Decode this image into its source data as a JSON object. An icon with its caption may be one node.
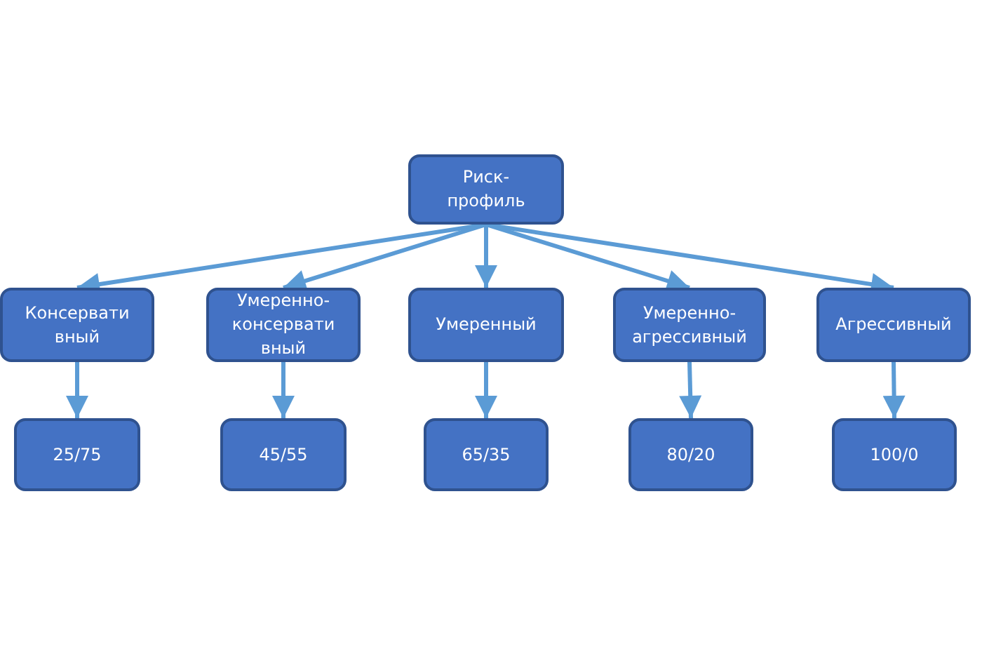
{
  "diagram": {
    "nodes": [
      {
        "text": [
          "Риск-профиль"
        ]
      },
      {
        "text": [
          "Консервативный"
        ]
      },
      {
        "text": [
          "Умеренно-консервативный"
        ]
      },
      {
        "text": [
          "Умеренный"
        ]
      },
      {
        "text": [
          "Умеренно-агрессивный"
        ]
      },
      {
        "text": [
          "Агрессивный"
        ]
      },
      {
        "text": [
          "25/75"
        ]
      },
      {
        "text": [
          "45/55"
        ]
      },
      {
        "text": [
          "65/35"
        ]
      },
      {
        "text": [
          "80/20"
        ]
      },
      {
        "text": [
          "100/0"
        ]
      }
    ],
    "edges": [
      {
        "from": 0,
        "to": 1,
        "arrow": "to"
      },
      {
        "from": 0,
        "to": 2,
        "arrow": "to"
      },
      {
        "from": 0,
        "to": 3,
        "arrow": "to"
      },
      {
        "from": 0,
        "to": 4,
        "arrow": "to"
      },
      {
        "from": 0,
        "to": 5,
        "arrow": "to"
      },
      {
        "from": 1,
        "to": 6,
        "arrow": "to"
      },
      {
        "from": 2,
        "to": 7,
        "arrow": "to"
      },
      {
        "from": 3,
        "to": 8,
        "arrow": "to"
      },
      {
        "from": 4,
        "to": 9,
        "arrow": "to"
      },
      {
        "from": 5,
        "to": 10,
        "arrow": "to"
      }
    ]
  }
}
